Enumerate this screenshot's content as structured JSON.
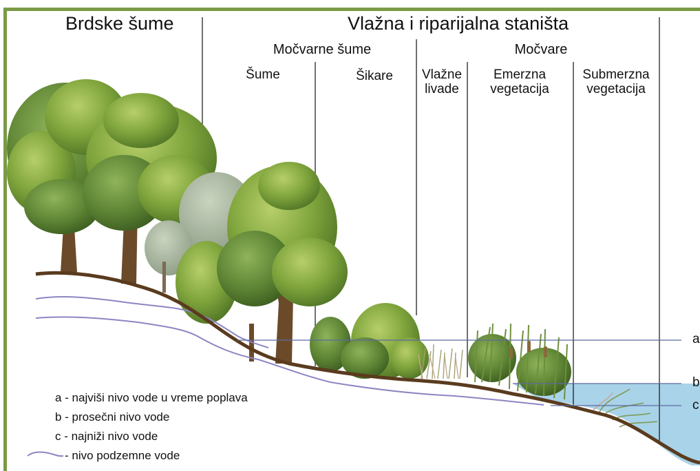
{
  "header": {
    "upland": "Brdske šume",
    "wetland": "Vlažna i riparijalna staništa"
  },
  "groups": {
    "swamp_forests": "Močvarne šume",
    "marshes": "Močvare"
  },
  "zones": {
    "forests": "Šume",
    "shrubs": "Šikare",
    "wet_meadows_line1": "Vlažne",
    "wet_meadows_line2": "livade",
    "emergent_line1": "Emerzna",
    "emergent_line2": "vegetacija",
    "submerged_line1": "Submerzna",
    "submerged_line2": "vegetacija"
  },
  "levels": {
    "a": "a",
    "b": "b",
    "c": "c"
  },
  "legend": {
    "a": "a - najviši nivo vode u vreme poplava",
    "b": "b - prosečni nivo vode",
    "c": "c - najniži nivo vode",
    "groundwater": "- nivo podzemne vode"
  },
  "colors": {
    "frame": "#7a9a45",
    "soil": "#5a3b1e",
    "water": "#a8d3e8",
    "groundwater": "#8b86c2",
    "level_line": "#5b6aa0",
    "tree_foliage": "#7fa43c",
    "tree_trunk": "#6b4a2a",
    "reed": "#6f8f3c"
  }
}
